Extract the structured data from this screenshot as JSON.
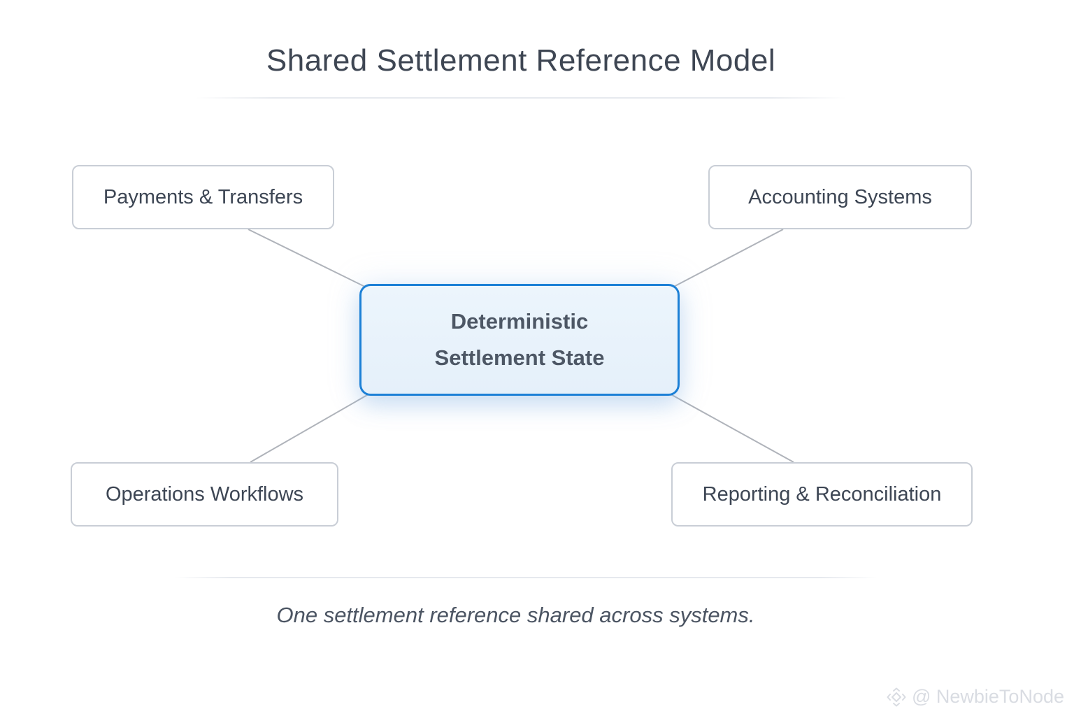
{
  "title": "Shared Settlement Reference Model",
  "center": {
    "line1": "Deterministic",
    "line2": "Settlement State"
  },
  "nodes": {
    "top_left": "Payments & Transfers",
    "top_right": "Accounting Systems",
    "bottom_left": "Operations Workflows",
    "bottom_right": "Reporting & Reconciliation"
  },
  "caption": "One settlement reference shared across systems.",
  "watermark": {
    "icon": "diamond-logo-icon",
    "text": "@ NewbieToNode"
  },
  "colors": {
    "center_border": "#1c80d6",
    "center_fill": "#e9f3fb",
    "center_text": "#4d5765",
    "node_border": "#c9ced6",
    "node_text": "#3d4654",
    "connector": "#afb3ba",
    "title_text": "#3e4653",
    "caption_text": "#4b5462",
    "watermark_text": "#d9dce2"
  }
}
